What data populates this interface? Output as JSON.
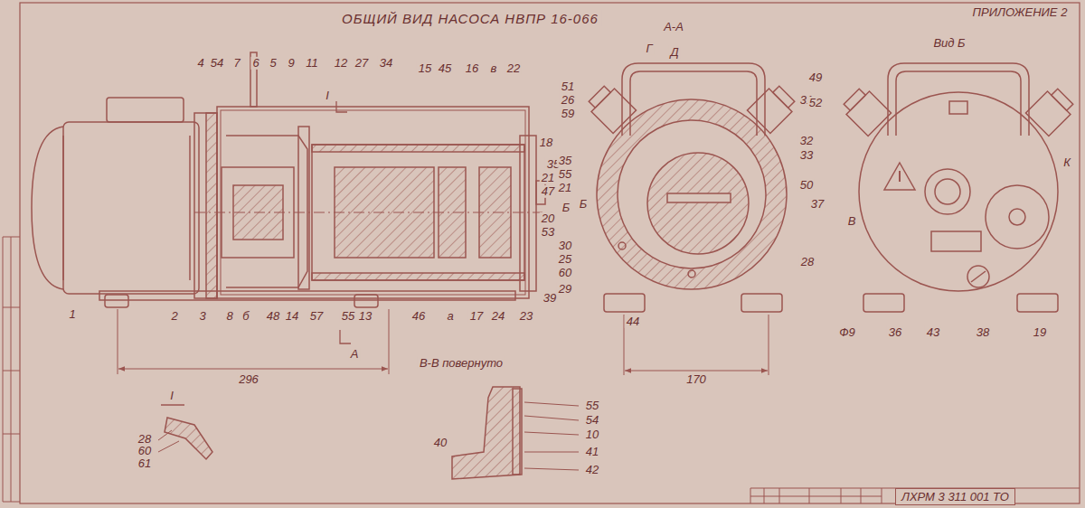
{
  "diagram": {
    "title": "ОБЩИЙ ВИД НАСОСА НВПР 16-066",
    "nodes": [
      {
        "text": [
          "ЛХРМ 3 311 001 ТО"
        ]
      }
    ],
    "labels": [
      "4",
      "54",
      "7",
      "6",
      "5",
      "9",
      "11",
      "12",
      "27",
      "34",
      "15",
      "45",
      "16",
      "в",
      "22",
      "18",
      "35",
      "21",
      "47",
      "20",
      "53",
      "39",
      "1",
      "2",
      "3",
      "8",
      "б",
      "48",
      "14",
      "57",
      "55",
      "13",
      "46",
      "а",
      "17",
      "24",
      "23",
      "I",
      "А",
      "296",
      "В-В повернуто",
      "I",
      "28",
      "60",
      "61",
      "40",
      "55",
      "54",
      "10",
      "41",
      "42",
      "А-А",
      "Г",
      "Д",
      "51",
      "26",
      "59",
      "35",
      "55",
      "21",
      "Б",
      "30",
      "25",
      "60",
      "29",
      "44",
      "31",
      "32",
      "33",
      "50",
      "170",
      "ПРИЛОЖЕНИЕ 2",
      "Вид Б",
      "49",
      "52",
      "37",
      "28",
      "Ф9",
      "36",
      "43",
      "38",
      "19",
      "К",
      "В",
      "Б"
    ]
  }
}
